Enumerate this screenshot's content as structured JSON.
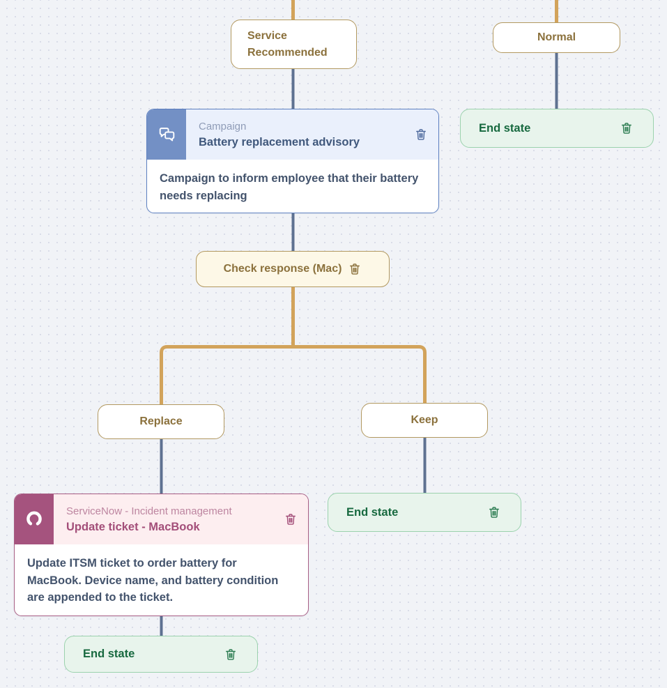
{
  "canvas": {
    "name": "workflow-designer-canvas",
    "colors": {
      "background": "#f1f3f7",
      "dot_grid": "#d9dce8",
      "connector_gold": "#d2a35b",
      "connector_slate": "#5e7191",
      "condition_border": "#b2985f",
      "condition_text": "#8b713c",
      "condition_yellow_bg": "#fdf8e7",
      "end_state_bg": "#e8f4ec",
      "end_state_border": "#9bd2ad",
      "end_state_text": "#17693f",
      "campaign_accent": "#5d80c1",
      "campaign_icon_bg": "#7390c5",
      "campaign_header_bg": "#eaf0fc",
      "servicenow_accent": "#a5537e",
      "servicenow_header_bg": "#fdeef0"
    },
    "icons": {
      "campaign": "chat-bubbles-icon",
      "servicenow": "servicenow-logo-icon",
      "delete": "trash-icon"
    }
  },
  "nodes": {
    "service_recommended": {
      "label": "Service Recommended"
    },
    "normal": {
      "label": "Normal"
    },
    "end_state_right": {
      "label": "End state"
    },
    "campaign": {
      "type_label": "Campaign",
      "title": "Battery replacement advisory",
      "description": "Campaign to inform employee that their battery needs replacing"
    },
    "check_response": {
      "label": "Check response (Mac)"
    },
    "replace": {
      "label": "Replace"
    },
    "keep": {
      "label": "Keep"
    },
    "servicenow": {
      "type_label": "ServiceNow - Incident management",
      "title": "Update ticket - MacBook",
      "description": "Update ITSM ticket to order battery for MacBook. Device name, and battery condition are appended to the ticket."
    },
    "end_state_mid": {
      "label": "End state"
    },
    "end_state_bottom": {
      "label": "End state"
    }
  }
}
